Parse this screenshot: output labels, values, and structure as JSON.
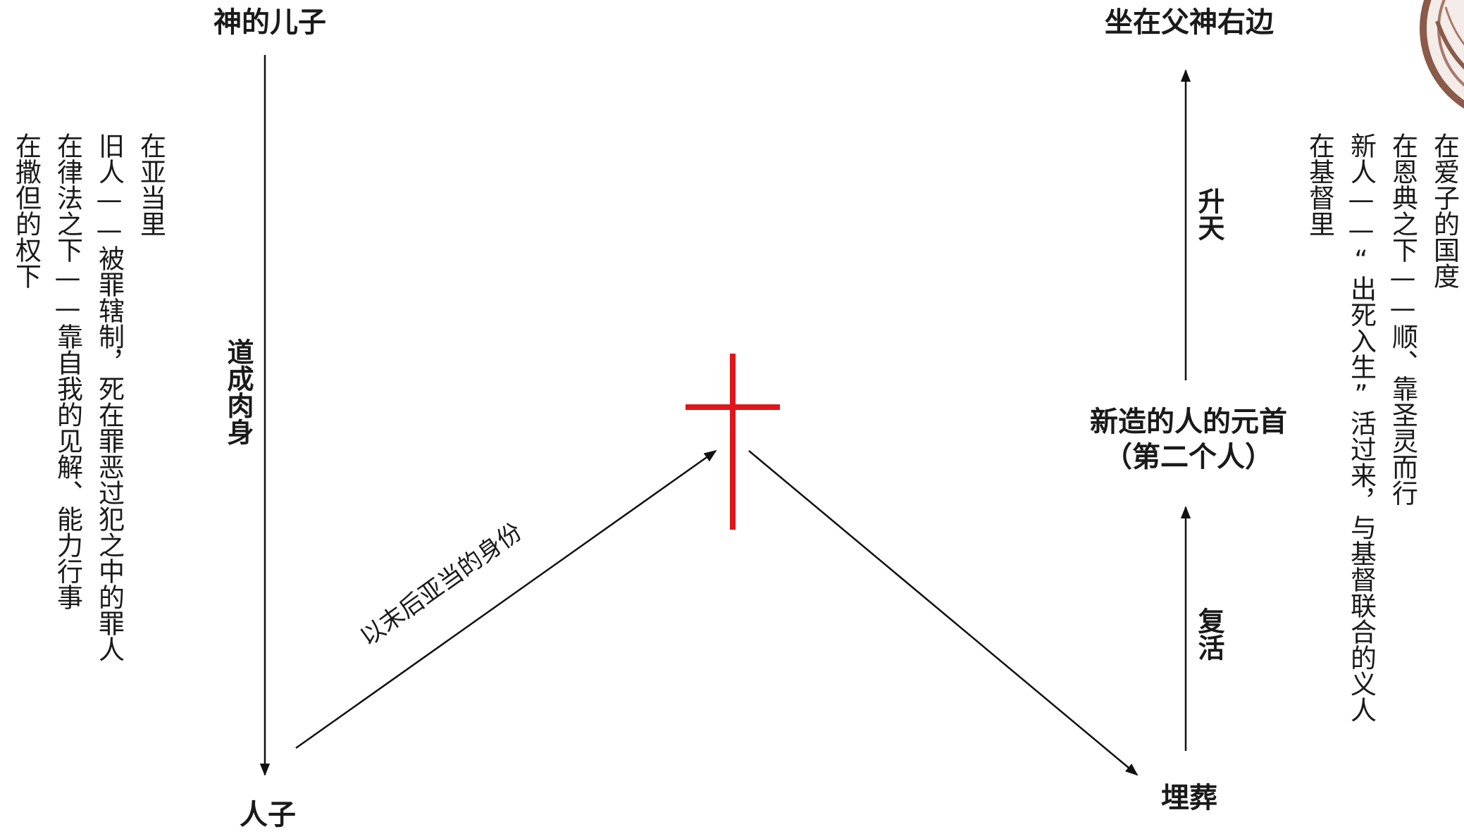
{
  "nodes": {
    "son_of_god": "神的儿子",
    "son_of_man": "人子",
    "seated_right_hand": "坐在父神右边",
    "head_line1": "新造的人的元首",
    "head_line2": "（第二个人）",
    "burial": "埋葬"
  },
  "edges": {
    "incarnation": "道成肉身",
    "last_adam": "以末后亚当的身份",
    "ascension": "升天",
    "resurrection": "复活"
  },
  "left_notes": {
    "col1": "在亚当里",
    "col2": "旧人——被罪辖制，死在罪恶过犯之中的罪人",
    "col3": "在律法之下——靠自我的见解、能力行事",
    "col4": "在撒但的权下"
  },
  "right_notes": {
    "col1": "在爱子的国度",
    "col2": "在恩典之下——顺、靠圣灵而行",
    "col3": "新人——“出死入生”活过来，与基督联合的义人",
    "col4": "在基督里"
  },
  "colors": {
    "cross": "#e0161b",
    "lines": "#111111",
    "seal": "#8a5a4a"
  },
  "icons": {
    "cross": "cross-icon",
    "seal": "seal-icon"
  }
}
